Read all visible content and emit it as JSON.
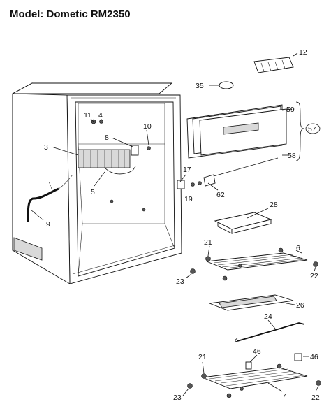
{
  "title": "Model: Dometic RM2350",
  "callouts": {
    "c12": "12",
    "c35": "35",
    "c59": "59",
    "c57": "57",
    "c58": "58",
    "c11": "11",
    "c4": "4",
    "c8": "8",
    "c10": "10",
    "c3": "3",
    "c5": "5",
    "c17": "17",
    "c19": "19",
    "c62": "62",
    "c9": "9",
    "c28": "28",
    "c21a": "21",
    "c6": "6",
    "c23a": "23",
    "c22a": "22",
    "c26": "26",
    "c24": "24",
    "c46a": "46",
    "c46b": "46",
    "c21b": "21",
    "c23b": "23",
    "c7": "7",
    "c22b": "22"
  }
}
